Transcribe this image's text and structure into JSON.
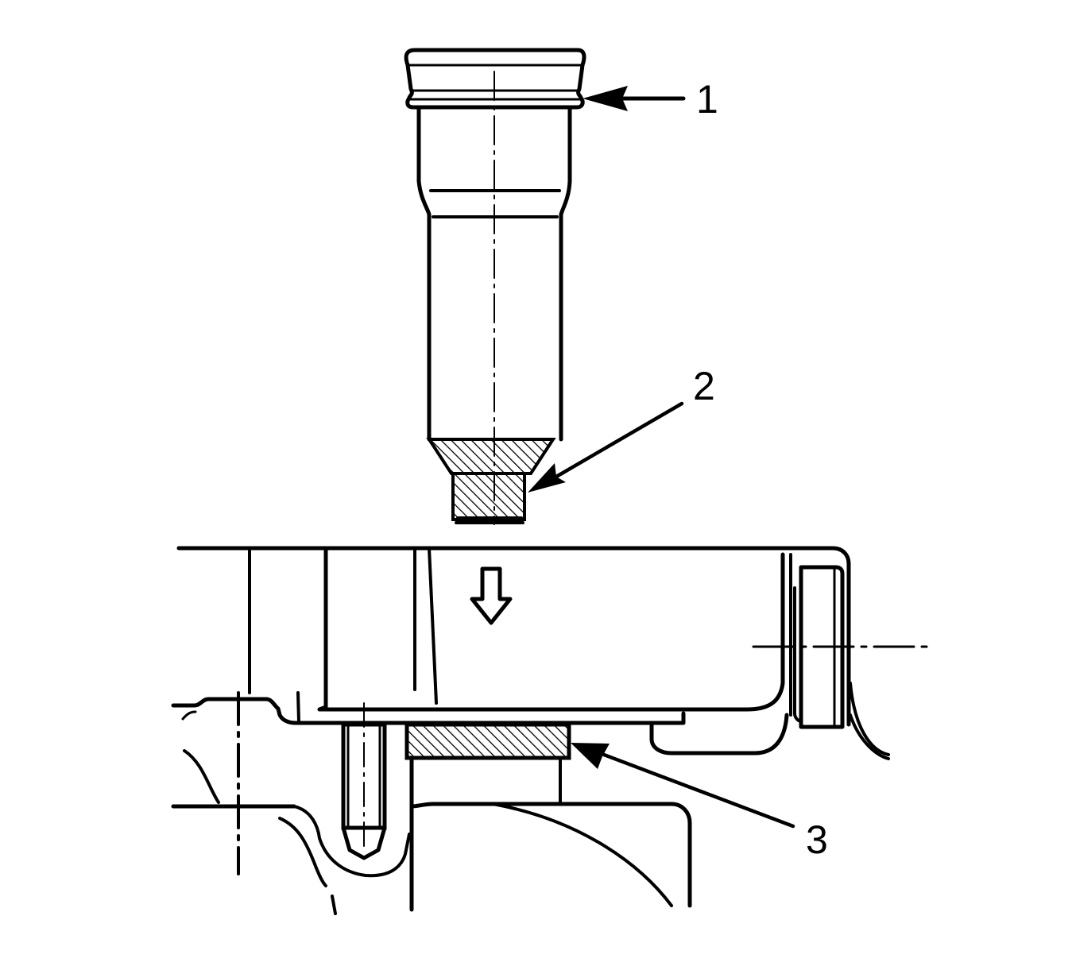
{
  "diagram": {
    "callouts": [
      {
        "id": "1",
        "label": "1"
      },
      {
        "id": "2",
        "label": "2"
      },
      {
        "id": "3",
        "label": "3"
      }
    ],
    "colors": {
      "line": "#000000",
      "background": "#ffffff"
    },
    "icons": {
      "direction_arrow": "down-arrow-icon"
    }
  }
}
